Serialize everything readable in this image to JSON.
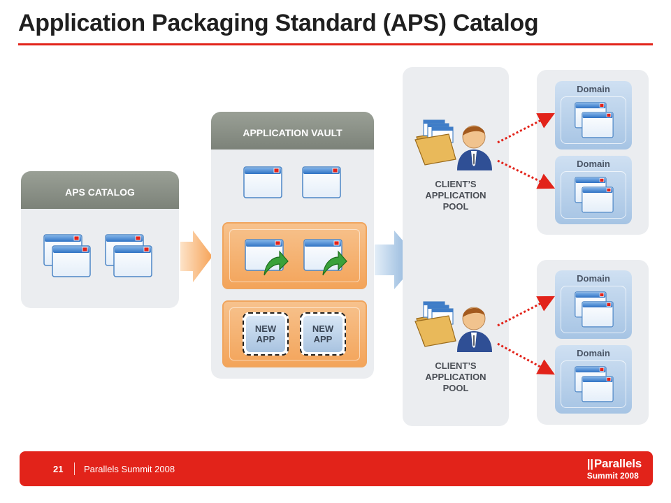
{
  "title": "Application Packaging Standard (APS) Catalog",
  "catalog": {
    "label": "APS CATALOG"
  },
  "vault": {
    "label": "APPLICATION VAULT",
    "new_apps": [
      "NEW\nAPP",
      "NEW\nAPP"
    ]
  },
  "pools": [
    {
      "label": "CLIENT’S\nAPPLICATION\nPOOL"
    },
    {
      "label": "CLIENT’S\nAPPLICATION\nPOOL"
    }
  ],
  "domains": [
    "Domain",
    "Domain",
    "Domain",
    "Domain"
  ],
  "footer": {
    "page": "21",
    "event": "Parallels Summit 2008"
  },
  "logo": {
    "brand": "Parallels",
    "mark": "||",
    "sub": "Summit 2008"
  },
  "colors": {
    "accent_red": "#e2231a",
    "panel_gray": "#ebedf0",
    "header_gray": "#868c83",
    "vault_orange": "#f3a45a",
    "domain_blue": "#a6c4e4",
    "arrow_green": "#3aa13a"
  }
}
